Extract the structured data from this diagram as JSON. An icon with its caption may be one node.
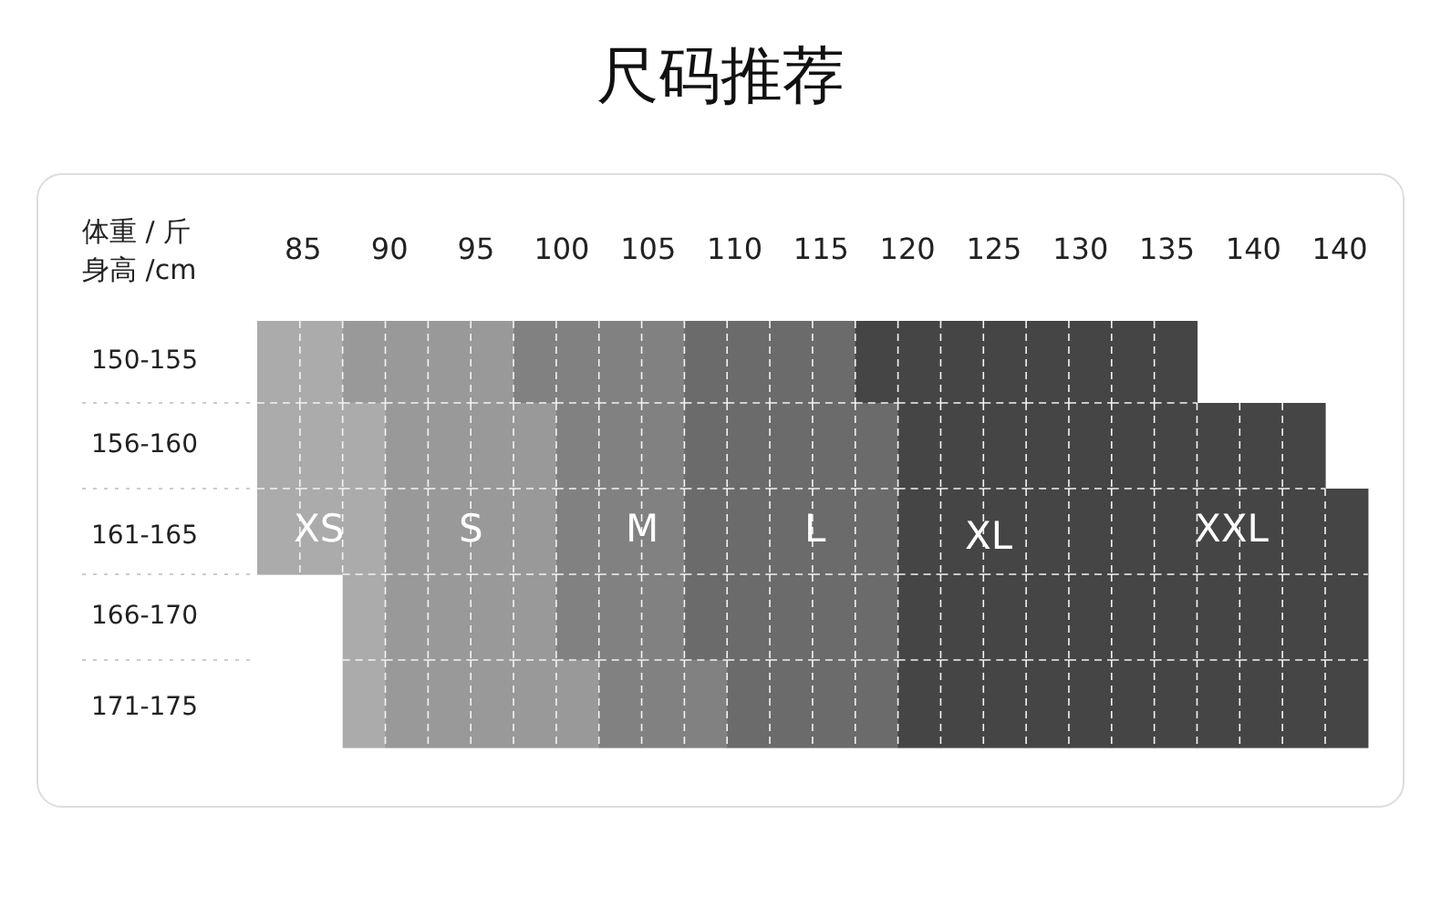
{
  "diagram": {
    "title": "尺码推荐",
    "labels": [
      "体重 / 斤",
      "身高 /cm",
      "85",
      "90",
      "95",
      "100",
      "105",
      "110",
      "115",
      "120",
      "125",
      "130",
      "135",
      "140",
      "140",
      "150-155",
      "156-160",
      "161-165",
      "XS",
      "S",
      "M",
      "L",
      "XL",
      "XXL",
      "166-170",
      "171-175"
    ]
  }
}
